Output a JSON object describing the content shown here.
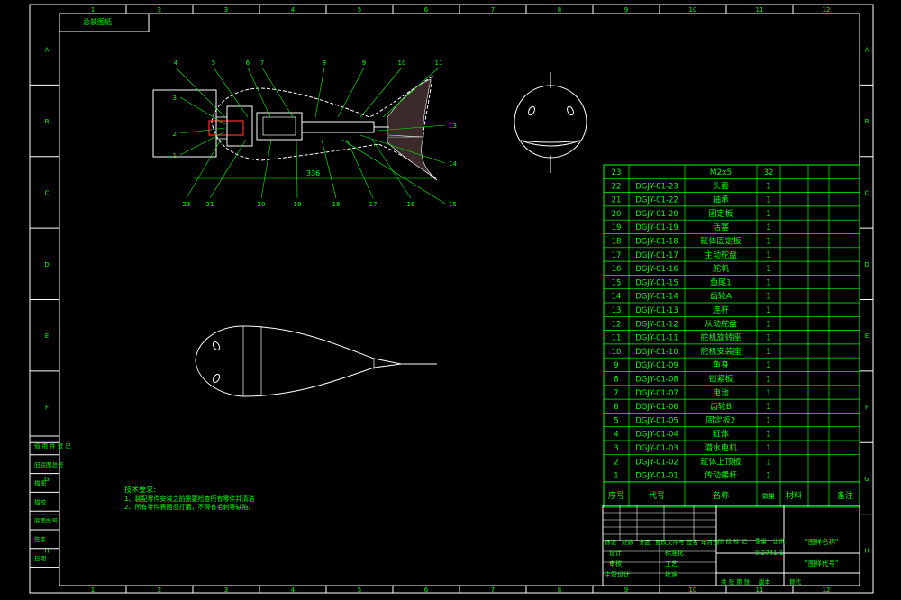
{
  "frame": {
    "col_labels": [
      "1",
      "2",
      "3",
      "4",
      "5",
      "6",
      "7",
      "8",
      "9",
      "10",
      "11",
      "12"
    ],
    "row_labels": [
      "A",
      "B",
      "C",
      "D",
      "E",
      "F",
      "G",
      "H"
    ]
  },
  "corner_tag": "总装图纸",
  "leaders": {
    "top": [
      "4",
      "5",
      "6",
      "7",
      "8",
      "9",
      "10",
      "11"
    ],
    "left": [
      "3",
      "2",
      "1"
    ],
    "right": [
      "13",
      "14",
      "15"
    ],
    "bottom": [
      "23",
      "21",
      "20",
      "19",
      "18",
      "17",
      "16"
    ],
    "dimension": "336"
  },
  "bom": {
    "rows": [
      {
        "no": "23",
        "code": "",
        "name": "M2x5",
        "qty": "32"
      },
      {
        "no": "22",
        "code": "DGJY-01-23",
        "name": "头套",
        "qty": "1"
      },
      {
        "no": "21",
        "code": "DGJY-01-22",
        "name": "轴承",
        "qty": "1"
      },
      {
        "no": "20",
        "code": "DGJY-01-20",
        "name": "固定板",
        "qty": "1"
      },
      {
        "no": "19",
        "code": "DGJY-01-19",
        "name": "活塞",
        "qty": "1"
      },
      {
        "no": "18",
        "code": "DGJY-01-18",
        "name": "缸体固定板",
        "qty": "1"
      },
      {
        "no": "17",
        "code": "DGJY-01-17",
        "name": "主动舵盘",
        "qty": "1"
      },
      {
        "no": "16",
        "code": "DGJY-01-16",
        "name": "舵机",
        "qty": "1"
      },
      {
        "no": "15",
        "code": "DGJY-01-15",
        "name": "鱼尾1",
        "qty": "1"
      },
      {
        "no": "14",
        "code": "DGJY-01-14",
        "name": "齿轮A",
        "qty": "1"
      },
      {
        "no": "13",
        "code": "DGJY-01-13",
        "name": "连杆",
        "qty": "1"
      },
      {
        "no": "12",
        "code": "DGJY-01-12",
        "name": "从动舵盘",
        "qty": "1"
      },
      {
        "no": "11",
        "code": "DGJY-01-11",
        "name": "舵机旋转座",
        "qty": "1"
      },
      {
        "no": "10",
        "code": "DGJY-01-10",
        "name": "舵机安装座",
        "qty": "1"
      },
      {
        "no": "9",
        "code": "DGJY-01-09",
        "name": "鱼身",
        "qty": "1"
      },
      {
        "no": "8",
        "code": "DGJY-01-08",
        "name": "锁紧板",
        "qty": "1"
      },
      {
        "no": "7",
        "code": "DGJY-01-07",
        "name": "电池",
        "qty": "1"
      },
      {
        "no": "6",
        "code": "DGJY-01-06",
        "name": "齿轮B",
        "qty": "1"
      },
      {
        "no": "5",
        "code": "DGJY-01-05",
        "name": "固定板2",
        "qty": "1"
      },
      {
        "no": "4",
        "code": "DGJY-01-04",
        "name": "缸体",
        "qty": "1"
      },
      {
        "no": "3",
        "code": "DGJY-01-03",
        "name": "潜水电机",
        "qty": "1"
      },
      {
        "no": "2",
        "code": "DGJY-01-02",
        "name": "缸体上顶板",
        "qty": "1"
      },
      {
        "no": "1",
        "code": "DGJY-01-01",
        "name": "传动螺杆",
        "qty": "1"
      }
    ],
    "header": {
      "no": "序号",
      "code": "代号",
      "name": "名称",
      "qty": "数量",
      "material": "材料",
      "remark": "备注"
    }
  },
  "side_panel": [
    "借 用 件 登 记",
    "旧底图总号",
    "描图",
    "描校",
    "底图总号",
    "签字",
    "日期"
  ],
  "tech": {
    "title": "技术要求:",
    "lines": [
      "1、装配零件安装之前需要检查所有零件并清洁",
      "2、所有零件表面须打磨，不得有毛刺等缺陷。"
    ]
  },
  "title_block": {
    "mark_row": [
      "标记",
      "处数",
      "分区",
      "更改文件号",
      "签名",
      "年月日"
    ],
    "design": "设计",
    "standard": "标准化",
    "check": "审核",
    "process": "工艺",
    "manager": "主管设计",
    "approve": "批准",
    "stage_row": [
      "阶 段 标 记",
      "重量",
      "比例"
    ],
    "scale": "0.2741:1",
    "drawing_name": "\"图样名称\"",
    "drawing_code": "\"图样代号\"",
    "sheet": "共 张 第 张",
    "version": "版本",
    "replace": "替代"
  }
}
